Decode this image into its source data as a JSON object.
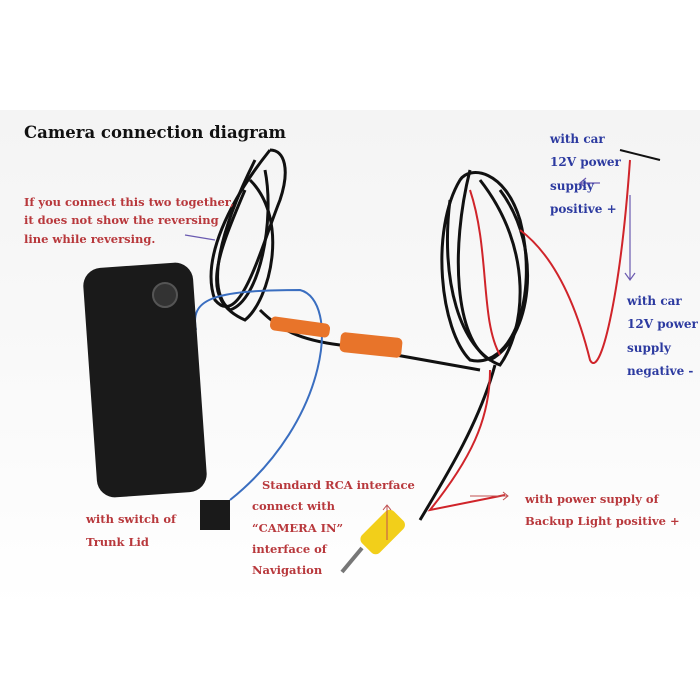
{
  "title": "Camera connection diagram",
  "labels": {
    "connect_note": [
      "If you connect this two together,",
      "it does not show the reversing",
      "line while reversing."
    ],
    "positive": [
      "with car",
      "12V power",
      "supply",
      "positive +"
    ],
    "negative": [
      "with car",
      "12V power",
      "supply",
      "negative -"
    ],
    "trunk": [
      "with switch of",
      "Trunk Lid"
    ],
    "rca": [
      "Standard RCA interface",
      "connect with",
      "“CAMERA IN”",
      "interface of",
      "Navigation"
    ],
    "backup": [
      "with power supply of",
      "Backup Light positive +"
    ]
  },
  "colors": {
    "red_text": "#b8383c",
    "blue_text": "#2c3aa0",
    "wire_black": "#111111",
    "wire_red": "#d0242a",
    "rca_yellow": "#f2cf1a",
    "connector_orange": "#e8742a"
  }
}
